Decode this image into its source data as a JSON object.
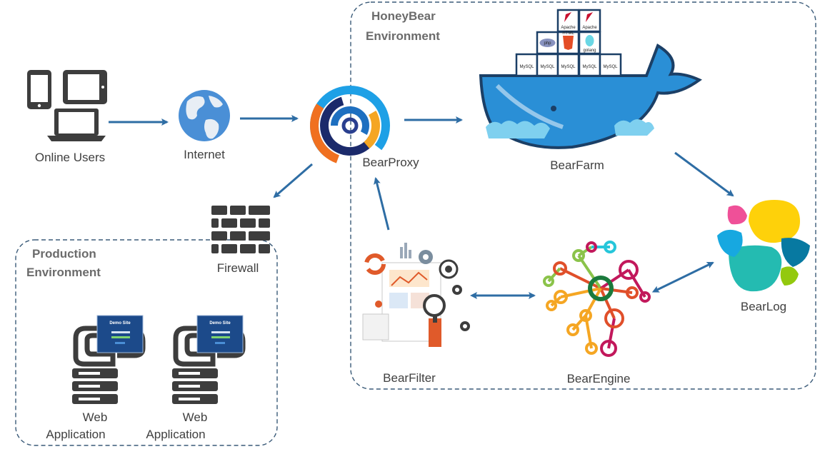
{
  "nodes": {
    "online_users": "Online Users",
    "internet": "Internet",
    "bear_proxy": "BearProxy",
    "firewall": "Firewall",
    "bear_farm": "BearFarm",
    "bear_log": "BearLog",
    "bear_filter": "BearFilter",
    "bear_engine": "BearEngine",
    "web_app_1": {
      "line1": "Web",
      "line2": "Application"
    },
    "web_app_2": {
      "line1": "Web",
      "line2": "Application"
    }
  },
  "groups": {
    "honeybear": {
      "line1": "HoneyBear",
      "line2": "Environment"
    },
    "production": {
      "line1": "Production",
      "line2": "Environment"
    }
  },
  "screens": {
    "demo_site_title": "Demo Site"
  },
  "containers": {
    "row1": [
      "Apache",
      "Apache"
    ],
    "row2": [
      "php",
      "HTML",
      "golang"
    ],
    "row3": [
      "MySQL",
      "MySQL",
      "MySQL",
      "MySQL",
      "MySQL"
    ]
  },
  "colors": {
    "arrow": "#2e6da4",
    "docker_blue": "#2a8fd6",
    "dash_border": "#3a5a78",
    "icon_gray": "#3d3d3d"
  }
}
